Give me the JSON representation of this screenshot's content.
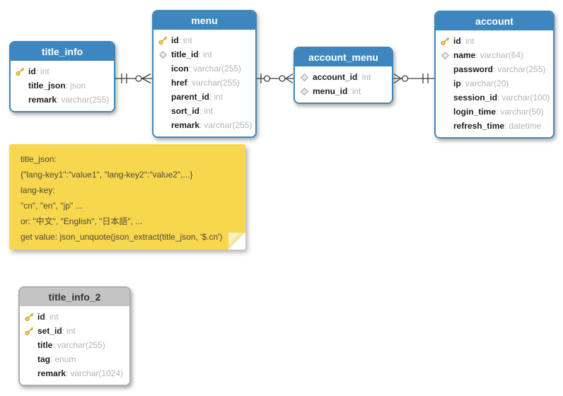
{
  "sep": ":",
  "colors": {
    "table_accent": "#3e87be",
    "table_gray_header": "#c4c4c4",
    "note_yellow": "#f7d74e",
    "connector": "#3d3d3d",
    "key_icon_gold": "#f2c23e"
  },
  "tables": [
    {
      "name": "title_info",
      "style": "blue",
      "fields": [
        {
          "icon": "key",
          "name": "id",
          "type": "int"
        },
        {
          "icon": "none",
          "name": "title_json",
          "type": "json"
        },
        {
          "icon": "none",
          "name": "remark",
          "type": "varchar(255)"
        }
      ]
    },
    {
      "name": "menu",
      "style": "blue",
      "fields": [
        {
          "icon": "key",
          "name": "id",
          "type": "int"
        },
        {
          "icon": "diamond",
          "name": "title_id",
          "type": "int"
        },
        {
          "icon": "none",
          "name": "icon",
          "type": "varchar(255)"
        },
        {
          "icon": "none",
          "name": "href",
          "type": "varchar(255)"
        },
        {
          "icon": "none",
          "name": "parent_id",
          "type": "int"
        },
        {
          "icon": "none",
          "name": "sort_id",
          "type": "int"
        },
        {
          "icon": "none",
          "name": "remark",
          "type": "varchar(255)"
        }
      ]
    },
    {
      "name": "account_menu",
      "style": "blue",
      "fields": [
        {
          "icon": "diamond",
          "name": "account_id",
          "type": "int"
        },
        {
          "icon": "diamond",
          "name": "menu_id",
          "type": "int"
        }
      ]
    },
    {
      "name": "account",
      "style": "blue",
      "fields": [
        {
          "icon": "key",
          "name": "id",
          "type": "int"
        },
        {
          "icon": "diamond",
          "name": "name",
          "type": "varchar(64)"
        },
        {
          "icon": "none",
          "name": "password",
          "type": "varchar(255)"
        },
        {
          "icon": "none",
          "name": "ip",
          "type": "varchar(20)"
        },
        {
          "icon": "none",
          "name": "session_id",
          "type": "varchar(100)"
        },
        {
          "icon": "none",
          "name": "login_time",
          "type": "varchar(50)"
        },
        {
          "icon": "none",
          "name": "refresh_time",
          "type": "datetime"
        }
      ]
    },
    {
      "name": "title_info_2",
      "style": "gray",
      "fields": [
        {
          "icon": "key",
          "name": "id",
          "type": "int"
        },
        {
          "icon": "key",
          "name": "set_id",
          "type": "int"
        },
        {
          "icon": "none",
          "name": "title",
          "type": "varchar(255)"
        },
        {
          "icon": "none",
          "name": "tag",
          "type": "enum"
        },
        {
          "icon": "none",
          "name": "remark",
          "type": "varchar(1024)"
        }
      ]
    }
  ],
  "note": {
    "lines": [
      "title_json:",
      "{\"lang-key1\":\"value1\", \"lang-key2\":\"value2\",...}",
      "lang-key:",
      "\"cn\", \"en\", \"jp\" ...",
      "or: \"中文\", \"English\", \"日本語\", ...",
      "get value: json_unquote(json_extract(title_json, '$.cn')"
    ]
  },
  "relationships": [
    {
      "from": "title_info",
      "to": "menu",
      "from_cardinality": "one-and-only-one",
      "to_cardinality": "zero-or-many"
    },
    {
      "from": "menu",
      "to": "account_menu",
      "from_cardinality": "zero-or-one",
      "to_cardinality": "zero-or-many"
    },
    {
      "from": "account_menu",
      "to": "account",
      "from_cardinality": "zero-or-many",
      "to_cardinality": "one-and-only-one"
    }
  ]
}
